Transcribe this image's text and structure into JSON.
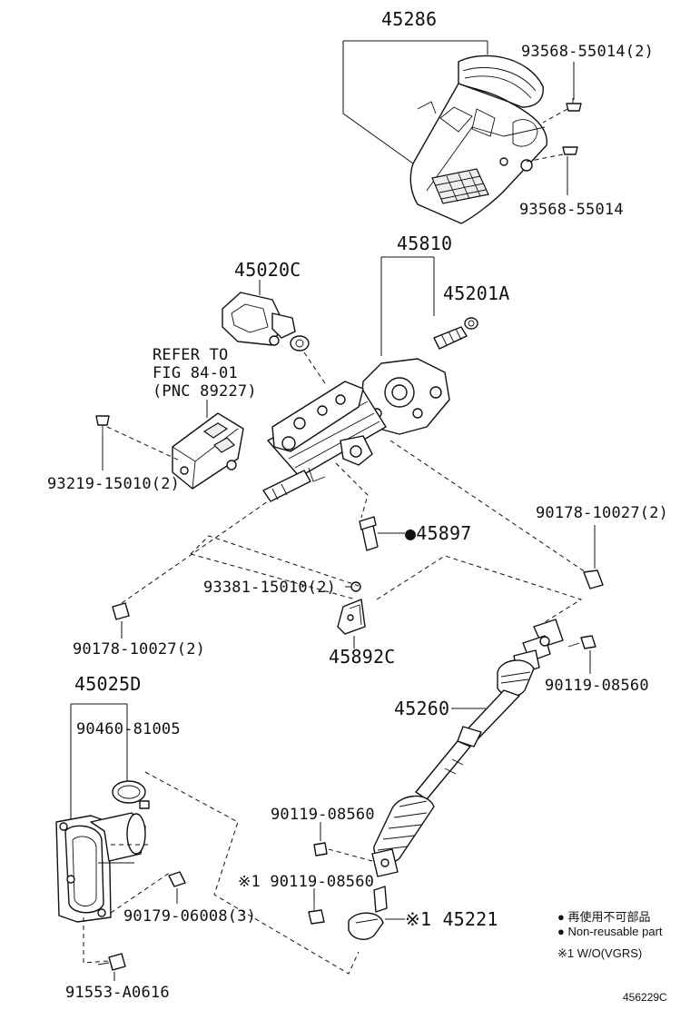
{
  "labels": {
    "p45286": "45286",
    "p93568_a": "93568-55014(2)",
    "p93568_b": "93568-55014",
    "p45810": "45810",
    "p45020C": "45020C",
    "p45201A": "45201A",
    "refer1": "REFER TO",
    "refer2": "FIG 84-01",
    "refer3": "(PNC 89227)",
    "p93219": "93219-15010(2)",
    "p45897": "●45897",
    "p90178_r": "90178-10027(2)",
    "p93381": "93381-15010(2)",
    "p90178_l": "90178-10027(2)",
    "p45892C": "45892C",
    "p90119_a": "90119-08560",
    "p45025D": "45025D",
    "p90460": "90460-81005",
    "p45260": "45260",
    "p90119_b": "90119-08560",
    "p90119_c": "※1 90119-08560",
    "p90179": "90179-06008(3)",
    "p45221": "※1 45221",
    "p91553": "91553-A0616"
  },
  "legend": {
    "line1": "● 再使用不可部品",
    "line2": "● Non-reusable part",
    "line3": "※1 W/O(VGRS)"
  },
  "figure_id": "456229C"
}
